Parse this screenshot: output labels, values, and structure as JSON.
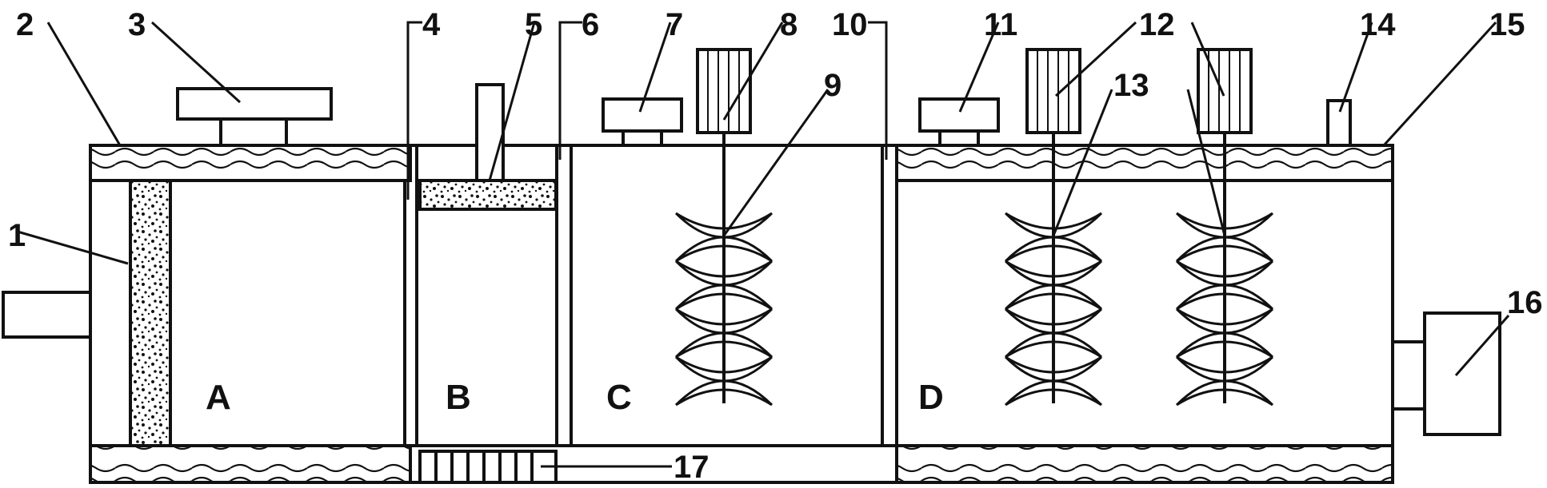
{
  "callouts": [
    "1",
    "2",
    "3",
    "4",
    "5",
    "6",
    "7",
    "8",
    "9",
    "10",
    "11",
    "12",
    "13",
    "14",
    "15",
    "16",
    "17"
  ],
  "chambers": [
    "A",
    "B",
    "C",
    "D"
  ]
}
